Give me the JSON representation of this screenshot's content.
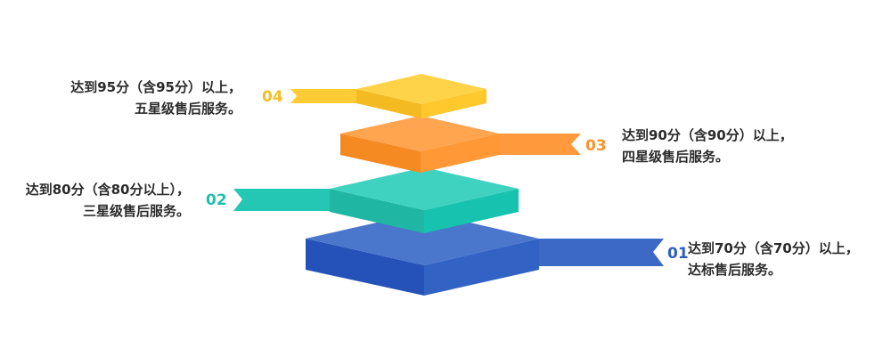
{
  "levels": [
    {
      "number": "01",
      "line1": "达到70分（含70分）以上，",
      "line2": "达标售后服务。",
      "colors": {
        "top": "#4a76cc",
        "left": "#2452b8",
        "right": "#3263c4",
        "bar": "#3c69c6",
        "accent": "#2f5ec0"
      }
    },
    {
      "number": "02",
      "line1": "达到80分（含80分以上），",
      "line2": "三星级售后服务。",
      "colors": {
        "top": "#3fd2c0",
        "left": "#1fb6a4",
        "right": "#17c3ae",
        "bar": "#24c7b3",
        "accent": "#1fbfab"
      }
    },
    {
      "number": "03",
      "line1": "达到90分（含90分）以上，",
      "line2": "四星级售后服务。",
      "colors": {
        "top": "#ffa550",
        "left": "#f58a22",
        "right": "#ff9835",
        "bar": "#ff9a3c",
        "accent": "#fb922f"
      }
    },
    {
      "number": "04",
      "line1": "达到95分（含95分）以上，",
      "line2": "五星级售后服务。",
      "colors": {
        "top": "#ffd347",
        "left": "#f3bb21",
        "right": "#ffc82c",
        "bar": "#ffcc35",
        "accent": "#f5be23"
      }
    }
  ]
}
